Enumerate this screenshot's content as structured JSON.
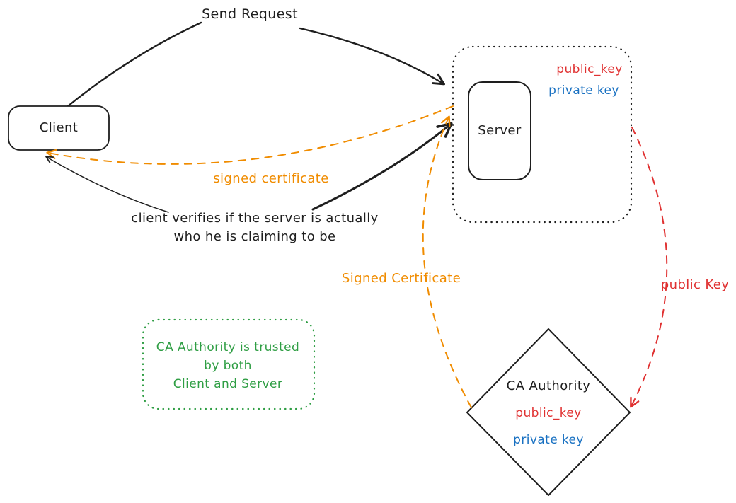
{
  "colors": {
    "black": "#1e1e1e",
    "orange": "#f08c00",
    "red": "#e03131",
    "blue": "#1971c2",
    "green": "#2f9e44"
  },
  "client": {
    "label": "Client"
  },
  "server": {
    "label": "Server",
    "public_key": "public_key",
    "private_key": "private key"
  },
  "ca": {
    "label": "CA Authority",
    "public_key": "public_key",
    "private_key": "private key"
  },
  "arrows": {
    "send_request": "Send Request",
    "signed_certificate_to_client": "signed certificate",
    "signed_certificate_from_ca": "Signed Certificate",
    "public_key_to_ca": "public Key"
  },
  "notes": {
    "verify": {
      "line1": "client verifies if the server is actually",
      "line2": "who he is claiming to be"
    },
    "trust": {
      "line1": "CA Authority is trusted",
      "line2": "by both",
      "line3": "Client and Server"
    }
  }
}
